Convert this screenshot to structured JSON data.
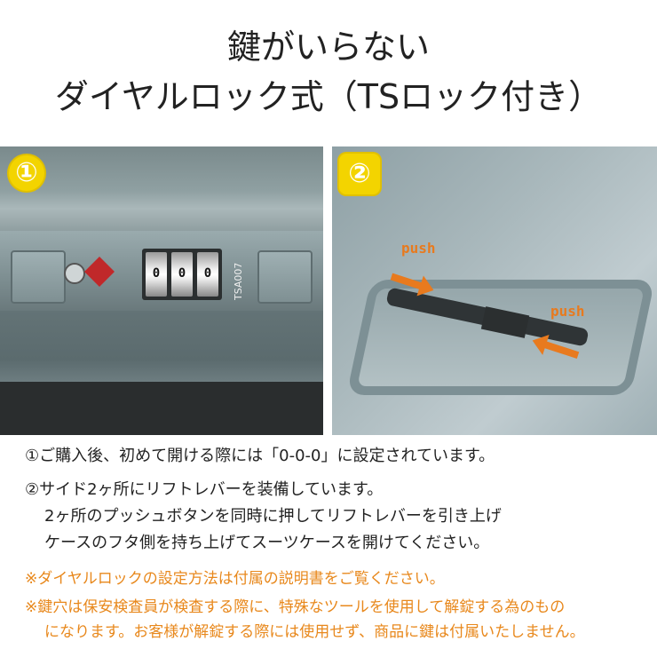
{
  "heading": {
    "line1": "鍵がいらない",
    "line2": "ダイヤルロック式（TSロック付き）"
  },
  "photos": [
    {
      "badge": "①",
      "dial_digits": [
        "0",
        "0",
        "0"
      ],
      "lock_label": "TSA007",
      "icons": [
        "keyhole-icon",
        "tsa-diamond-icon"
      ]
    },
    {
      "badge": "②",
      "push_labels": [
        "push",
        "push"
      ],
      "colors": {
        "accent": "#e87a1e"
      }
    }
  ],
  "instructions": [
    "①ご購入後、初めて開ける際には「0-0-0」に設定されています。",
    "②サイド2ヶ所にリフトレバーを装備しています。",
    "2ヶ所のプッシュボタンを同時に押してリフトレバーを引き上げ",
    "ケースのフタ側を持ち上げてスーツケースを開けてください。"
  ],
  "notes": [
    "※ダイヤルロックの設定方法は付属の説明書をご覧ください。",
    "※鍵穴は保安検査員が検査する際に、特殊なツールを使用して解錠する為のもの",
    "になります。お客様が解錠する際には使用せず、商品に鍵は付属いたしません。"
  ],
  "colors": {
    "note": "#e8881c",
    "badge": "#f3d400"
  }
}
